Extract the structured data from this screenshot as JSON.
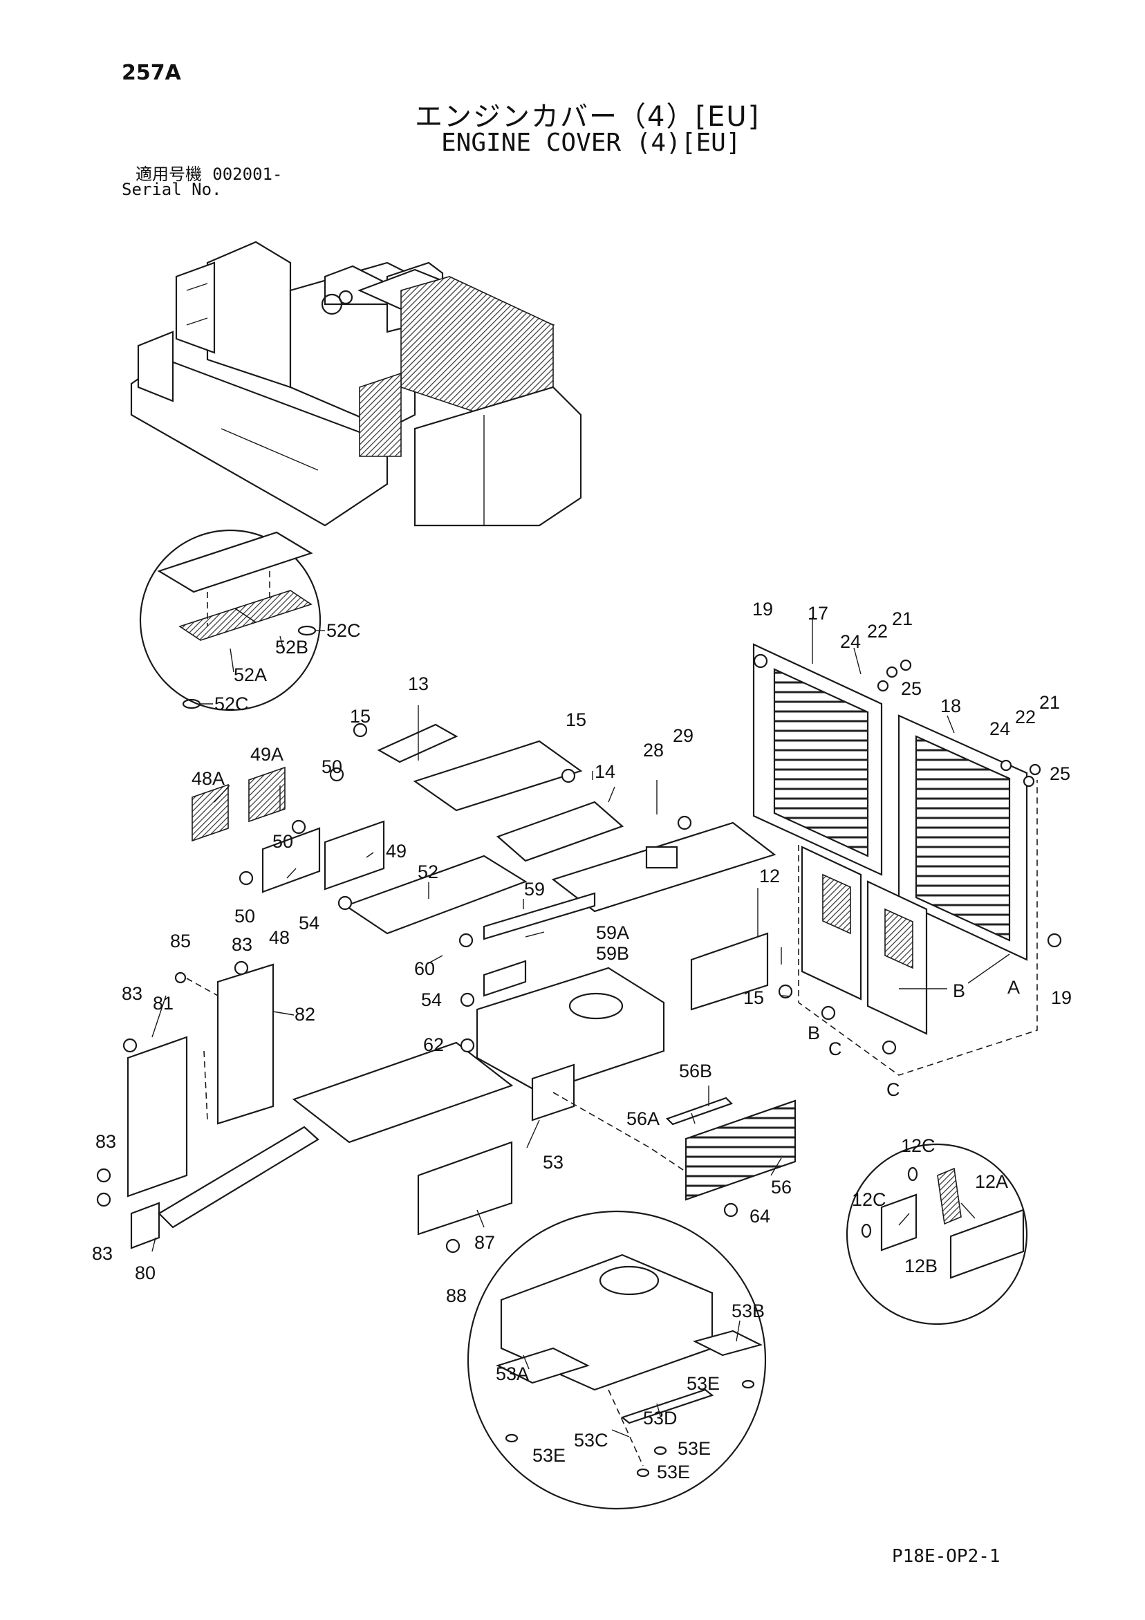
{
  "header": {
    "page_number": "257A",
    "title_jp": "エンジンカバー（4）[EU]",
    "title_en": "ENGINE COVER (4)[EU]",
    "serial_label_jp": "適用号機",
    "serial_value": "002001-",
    "serial_label_en": "Serial No."
  },
  "footer": {
    "doc_code": "P18E-OP2-1"
  },
  "callouts": {
    "c52A": "52A",
    "c52B": "52B",
    "c52C_1": "52C",
    "c52C_2": "52C",
    "c13": "13",
    "c15_1": "15",
    "c15_2": "15",
    "c15_3": "15",
    "c14": "14",
    "c28": "28",
    "c29": "29",
    "c49A": "49A",
    "c48A": "48A",
    "c50_1": "50",
    "c50_2": "50",
    "c50_3": "50",
    "c49": "49",
    "c52": "52",
    "c48": "48",
    "c54_1": "54",
    "c54_2": "54",
    "c59": "59",
    "c59A": "59A",
    "c59B": "59B",
    "c60": "60",
    "c62": "62",
    "c12": "12",
    "c85": "85",
    "c83_1": "83",
    "c83_2": "83",
    "c83_3": "83",
    "c83_4": "83",
    "c81": "81",
    "c82": "82",
    "c80": "80",
    "c53": "53",
    "c56B": "56B",
    "c56A": "56A",
    "c56": "56",
    "c64": "64",
    "c87": "87",
    "c88": "88",
    "c19_1": "19",
    "c19_2": "19",
    "c17": "17",
    "c24_1": "24",
    "c24_2": "24",
    "c22_1": "22",
    "c22_2": "22",
    "c21_1": "21",
    "c21_2": "21",
    "c25_1": "25",
    "c25_2": "25",
    "c18": "18",
    "cA": "A",
    "cB_1": "B",
    "cB_2": "B",
    "cC_1": "C",
    "cC_2": "C",
    "c12C_1": "12C",
    "c12C_2": "12C",
    "c12A": "12A",
    "c12B": "12B",
    "c53A": "53A",
    "c53B": "53B",
    "c53C": "53C",
    "c53D": "53D",
    "c53E_1": "53E",
    "c53E_2": "53E",
    "c53E_3": "53E",
    "c53E_4": "53E"
  }
}
